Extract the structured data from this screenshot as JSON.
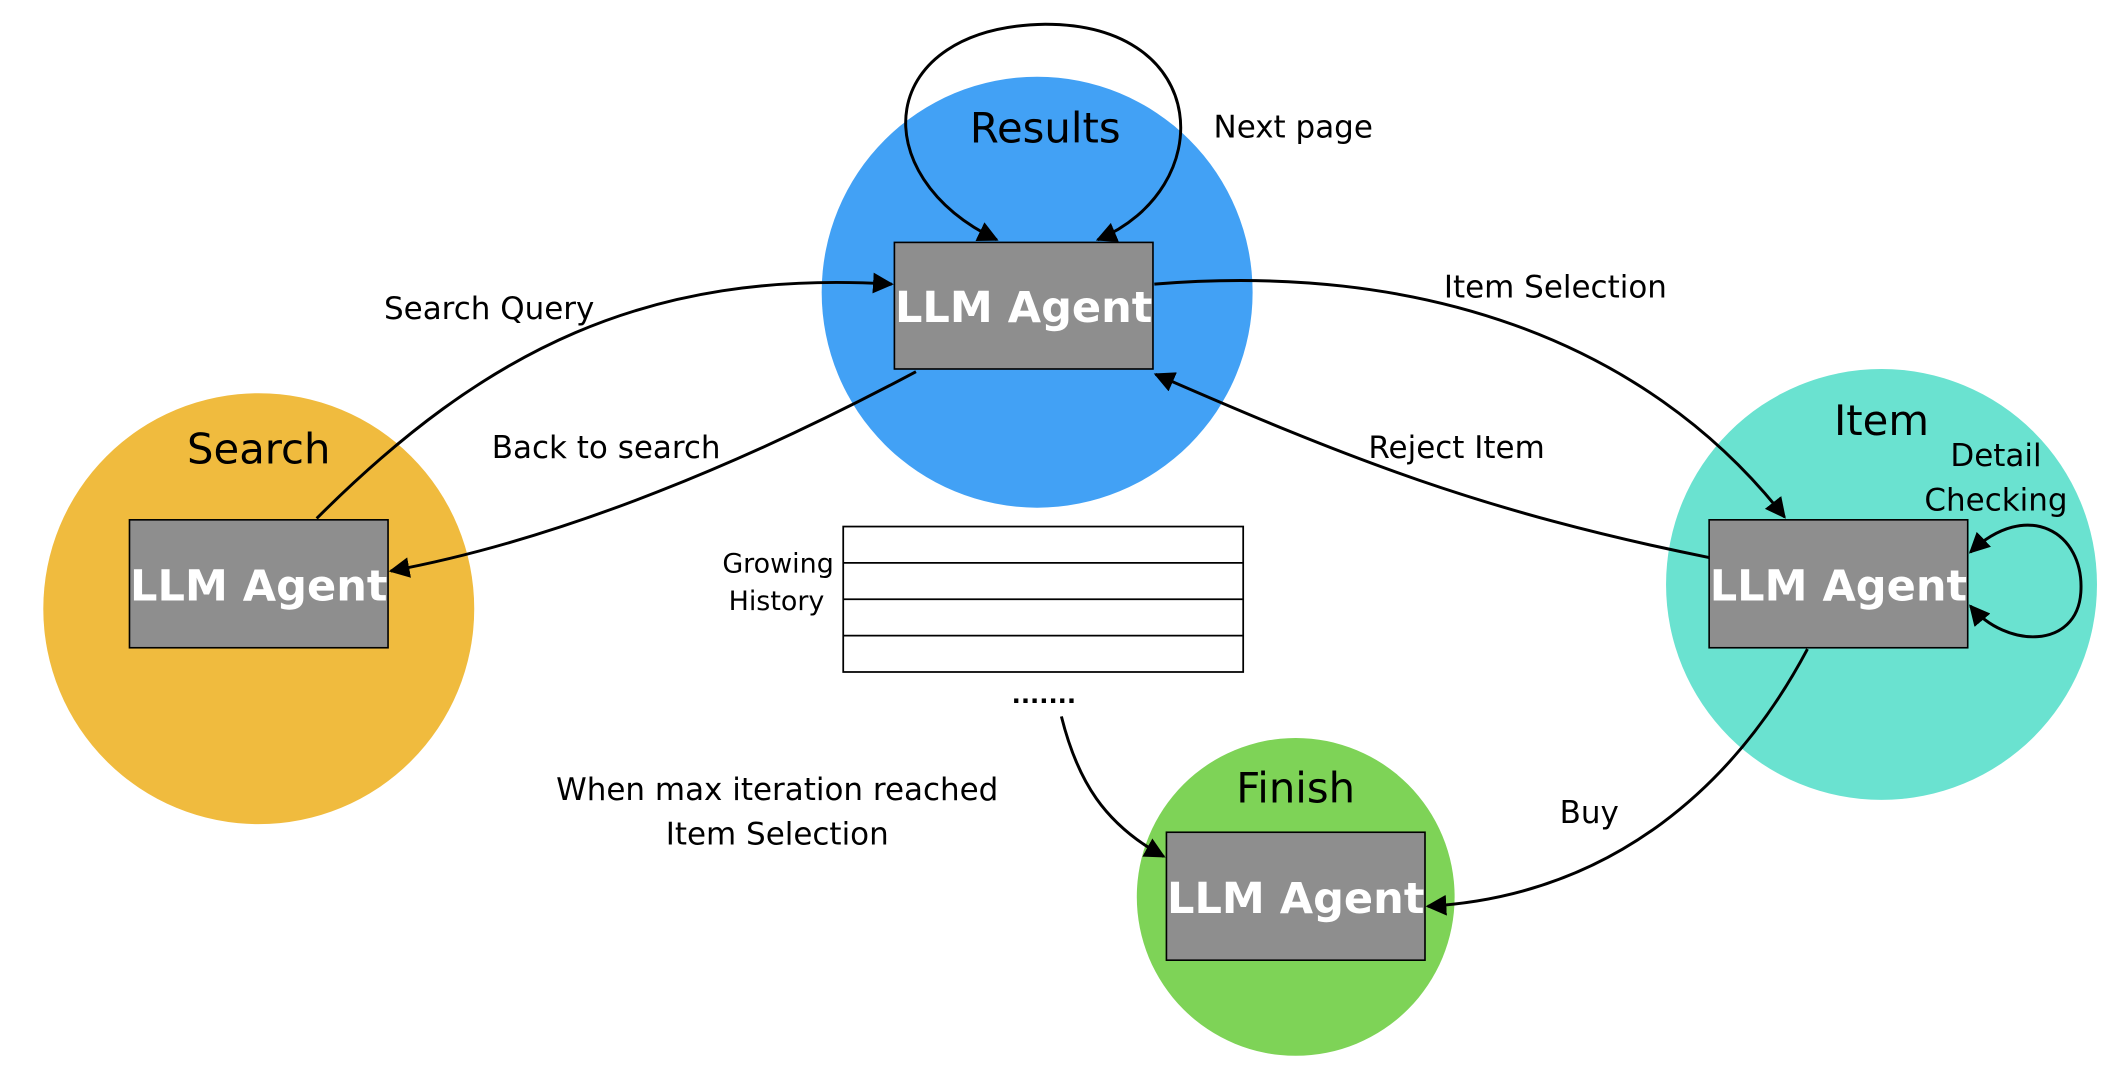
{
  "colors": {
    "search": "#F0BB3E",
    "results": "#42A1F5",
    "item": "#6AE2D0",
    "finish": "#7ED357",
    "agent_box": "#8E8E8E"
  },
  "states": {
    "search": {
      "label": "Search",
      "agent": "LLM Agent"
    },
    "results": {
      "label": "Results",
      "agent": "LLM Agent"
    },
    "item": {
      "label": "Item",
      "agent": "LLM Agent"
    },
    "finish": {
      "label": "Finish",
      "agent": "LLM Agent"
    }
  },
  "edges": {
    "next_page": "Next page",
    "search_query": "Search Query",
    "back_to_search": "Back to search",
    "item_selection": "Item Selection",
    "reject_item": "Reject Item",
    "detail_checking": [
      "Detail",
      "Checking"
    ],
    "buy": "Buy",
    "max_iteration": [
      "When max iteration reached",
      "Item Selection"
    ]
  },
  "history": {
    "label": [
      "Growing",
      "History"
    ],
    "ellipsis": "......."
  }
}
